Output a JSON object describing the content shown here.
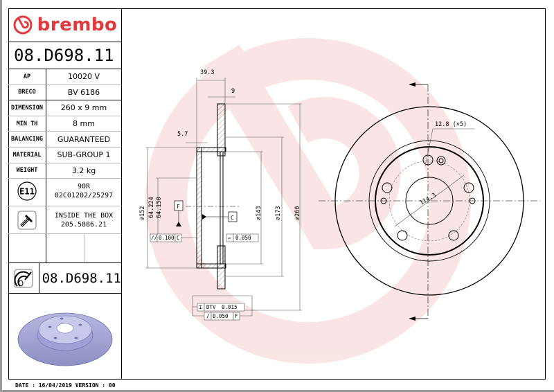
{
  "brand": {
    "name": "brembo",
    "color": "#e03a3e"
  },
  "part_number": "08.D698.11",
  "specs": [
    {
      "label": "AP",
      "value": "10020 V"
    },
    {
      "label": "BRECO",
      "value": "BV 6186"
    },
    {
      "label": "DIMENSION",
      "value": "260 x 9 mm"
    },
    {
      "label": "MIN TH",
      "value": "8 mm"
    },
    {
      "label": "BALANCING",
      "value": "GUARANTEED"
    },
    {
      "label": "MATERIAL",
      "value": "SUB-GROUP 1"
    },
    {
      "label": "WEIGHT",
      "value": "3.2 kg"
    }
  ],
  "homologation": {
    "icon": "e11-mark-icon",
    "badge": "E11",
    "line1": "90R",
    "line2": "02C01202/25297"
  },
  "screws": {
    "icon": "screw-icon",
    "line1": "INSIDE THE BOX",
    "line2": "205.5886.21"
  },
  "product_ref": {
    "icon": "disc-caliper-icon",
    "part_number": "08.D698.11"
  },
  "footer": {
    "date_label": "DATE :",
    "date": "16/04/2019",
    "version_label": "VERSION :",
    "version": "00"
  },
  "drawing": {
    "section_dims": {
      "overall_height": "39.3",
      "thickness": "9",
      "hat_wall": "5.7",
      "dia_152": "⌀152",
      "dia_center_upper": "64.224",
      "dia_center_lower": "64.150",
      "dia_143": "⌀143",
      "dia_173": "⌀173",
      "dia_260": "⌀260"
    },
    "datums": {
      "f": "F",
      "c": "C"
    },
    "tolerances": {
      "parallelism_value": "0.100",
      "parallelism_datum": "C",
      "flatness_value": "0.050",
      "dtv_label": "DTV",
      "dtv_value": "0.015",
      "runout_value": "0.050",
      "runout_datum": "F"
    },
    "front_view": {
      "bolt_hole": "12.8 (×5)",
      "pcd": "114.3"
    }
  }
}
